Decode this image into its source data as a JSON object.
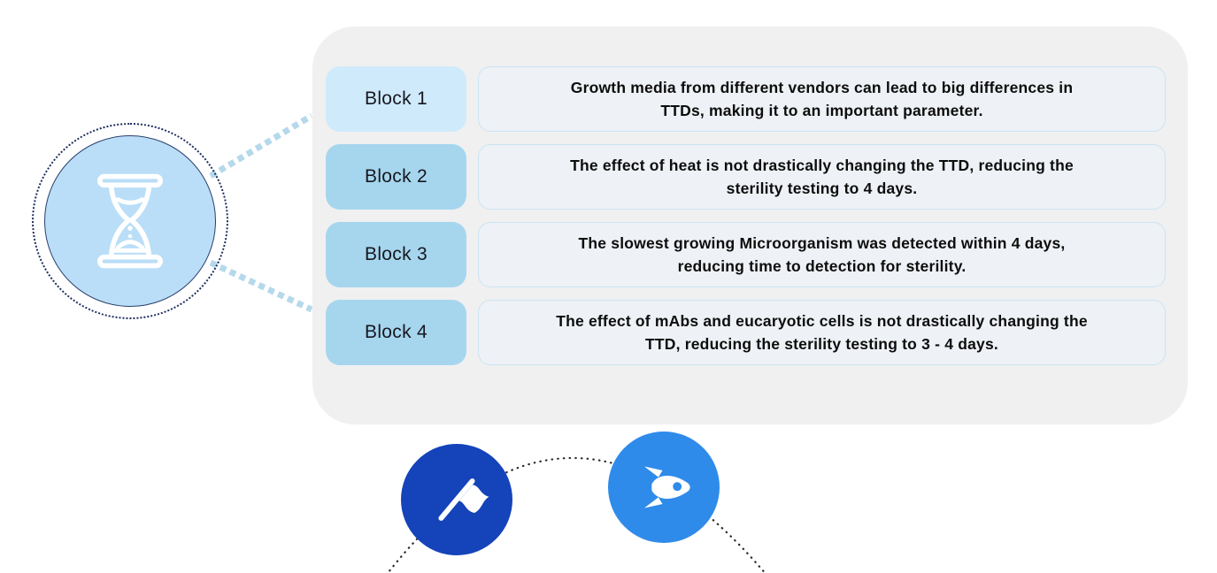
{
  "figure": {
    "type": "infographic-diagram",
    "rows": [
      {
        "label": "Block 1",
        "text": "Growth media from different vendors can lead to big differences in\nTTDs, making it to an important parameter."
      },
      {
        "label": "Block 2",
        "text": "The effect of heat is not drastically changing the TTD, reducing the\nsterility testing to 4 days."
      },
      {
        "label": "Block 3",
        "text": "The slowest growing Microorganism was detected within 4 days,\nreducing time to detection for sterility."
      },
      {
        "label": "Block 4",
        "text": "The effect of mAbs and eucaryotic cells is not drastically changing the\nTTD, reducing the sterility testing to 3 - 4 days."
      }
    ],
    "icons": {
      "left": "hourglass-icon",
      "bottom_left": "flag-icon",
      "bottom_right": "rocket-icon"
    },
    "colors": {
      "panel_bg": "#f0f0f1",
      "block1_bg": "#cfeafb",
      "block_bg": "#a6d6ee",
      "textbox_bg": "#eef1f5",
      "textbox_border": "#cbe4f3",
      "hourglass_circle_bg": "#badef7",
      "hourglass_circle_border": "#2a3f6e",
      "dotted_ring": "#1d2d5e",
      "connector": "#b5d9eb",
      "flag_circle_bg": "#1443ba",
      "rocket_circle_bg": "#2f8bea",
      "arc_dots": "#2b2b2b",
      "text": "#0d0d0d"
    }
  }
}
